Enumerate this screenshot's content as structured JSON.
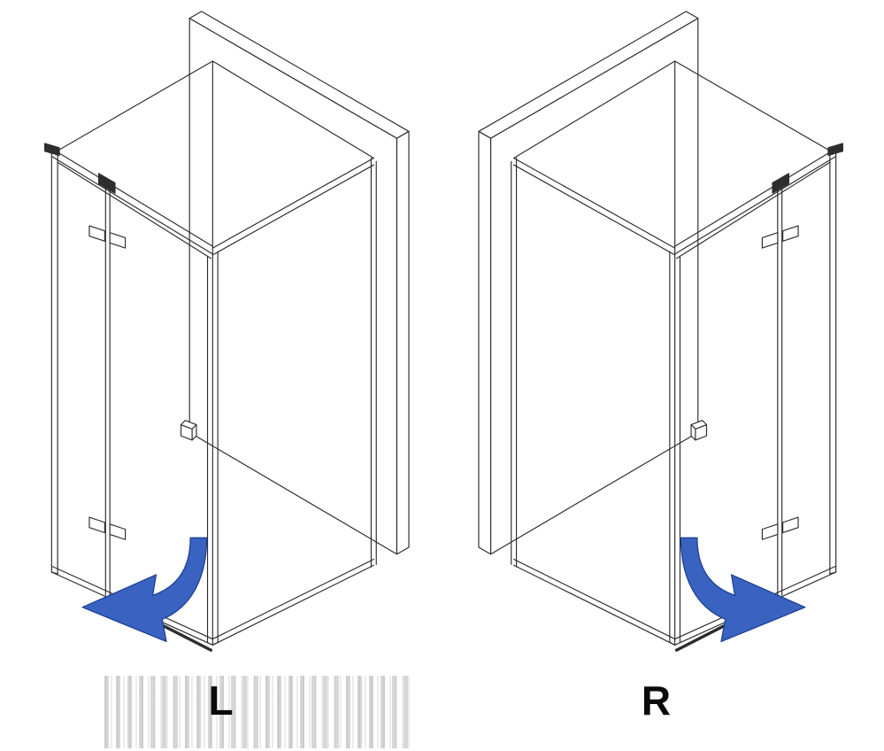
{
  "page": {
    "background": "#ffffff"
  },
  "figures": [
    {
      "label": "L",
      "variant": "left",
      "swing_arrow_direction": "left",
      "icon": "door-swing-arrow-left-icon"
    },
    {
      "label": "R",
      "variant": "right",
      "swing_arrow_direction": "right",
      "icon": "door-swing-arrow-right-icon"
    }
  ],
  "colors": {
    "line": "#2d2d2d",
    "arrow_fill": "#3a62c0",
    "arrow_outline": "#1d3f93",
    "label_text": "#0a0a0a",
    "artifact_gray": "#969696",
    "background": "#ffffff"
  }
}
